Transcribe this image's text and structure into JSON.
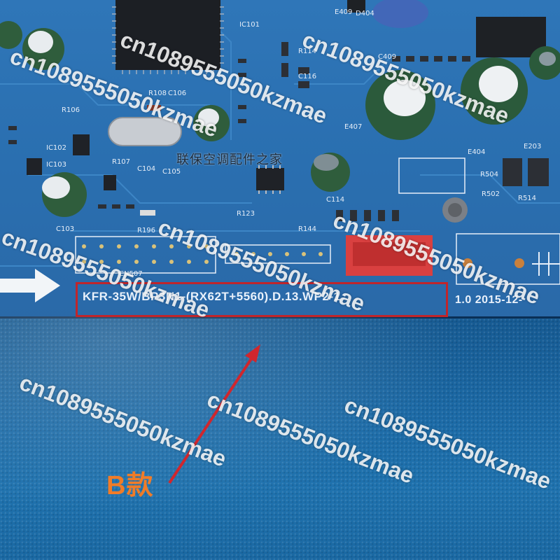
{
  "board": {
    "model_code": "KFR-35W/BP3N1-(RX62T+5560).D.13.WP2-1",
    "date_code": "1.0 2015-12-",
    "cjk_watermark": "联保空调配件之家"
  },
  "annotation": {
    "variant_label": "B款"
  },
  "watermark": {
    "text": "cn1089555050kzmae"
  },
  "silkscreen": {
    "component_labels": [
      "IC101",
      "E409",
      "D404",
      "C409",
      "E407",
      "E404",
      "E203",
      "IC102",
      "R114",
      "C116",
      "R108",
      "C106",
      "R123",
      "R144",
      "C114",
      "R196",
      "CN507",
      "R502",
      "R504",
      "R514",
      "IC103",
      "C103",
      "R106",
      "C105",
      "C104",
      "R107"
    ]
  },
  "colors": {
    "pcb": "#2a6fb0",
    "tray": "#1c6aa6",
    "highlight": "#c0252b",
    "arrow": "#d0262d",
    "variant_label": "#f07c28",
    "connector": "#d94040"
  }
}
